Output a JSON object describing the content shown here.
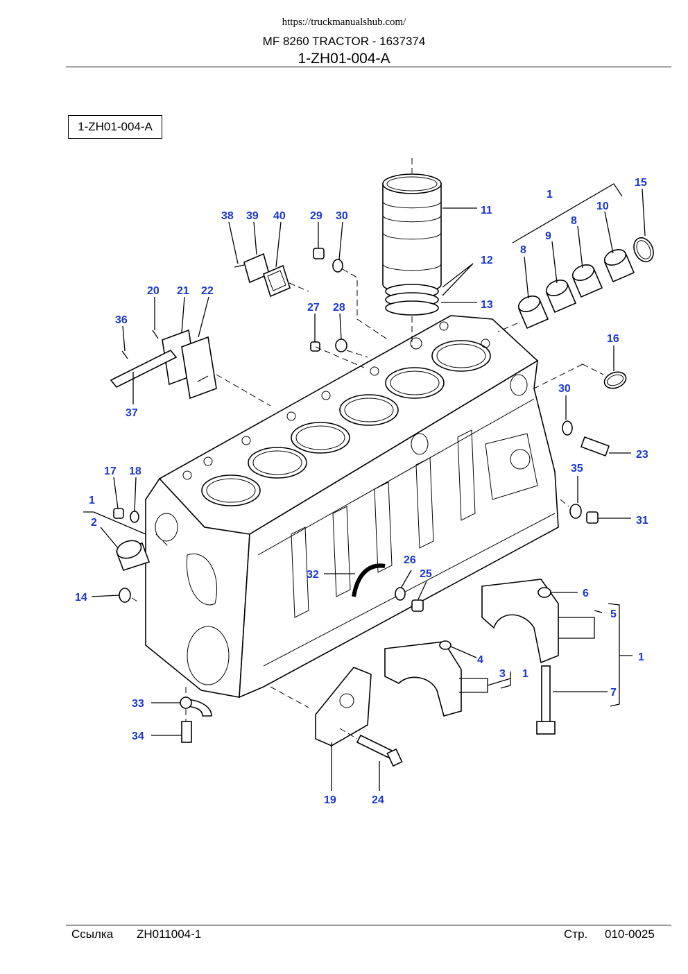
{
  "header": {
    "url": "https://truckmanualshub.com/",
    "title": "MF 8260 TRACTOR - 1637374",
    "code": "1-ZH01-004-A"
  },
  "diagram": {
    "ref_box": "1-ZH01-004-A",
    "labels": {
      "p1a": "1",
      "p1b": "1",
      "p1c": "1",
      "p1d": "1",
      "p2": "2",
      "p3": "3",
      "p4": "4",
      "p5": "5",
      "p6": "6",
      "p7": "7",
      "p8a": "8",
      "p8b": "8",
      "p9": "9",
      "p10": "10",
      "p11": "11",
      "p12": "12",
      "p13": "13",
      "p14": "14",
      "p15": "15",
      "p16": "16",
      "p17": "17",
      "p18": "18",
      "p19": "19",
      "p20": "20",
      "p21": "21",
      "p22": "22",
      "p23": "23",
      "p24": "24",
      "p25": "25",
      "p26": "26",
      "p27": "27",
      "p28": "28",
      "p29": "29",
      "p30a": "30",
      "p30b": "30",
      "p31": "31",
      "p32": "32",
      "p33": "33",
      "p34": "34",
      "p35": "35",
      "p36": "36",
      "p37": "37",
      "p38": "38",
      "p39": "39",
      "p40": "40"
    }
  },
  "footer": {
    "ref_label": "Ссылка",
    "ref_value": "ZH011004-1",
    "page_label": "Стр.",
    "page_value": "010-0025"
  },
  "colors": {
    "callout": "#1a35d6",
    "line": "#000000"
  }
}
